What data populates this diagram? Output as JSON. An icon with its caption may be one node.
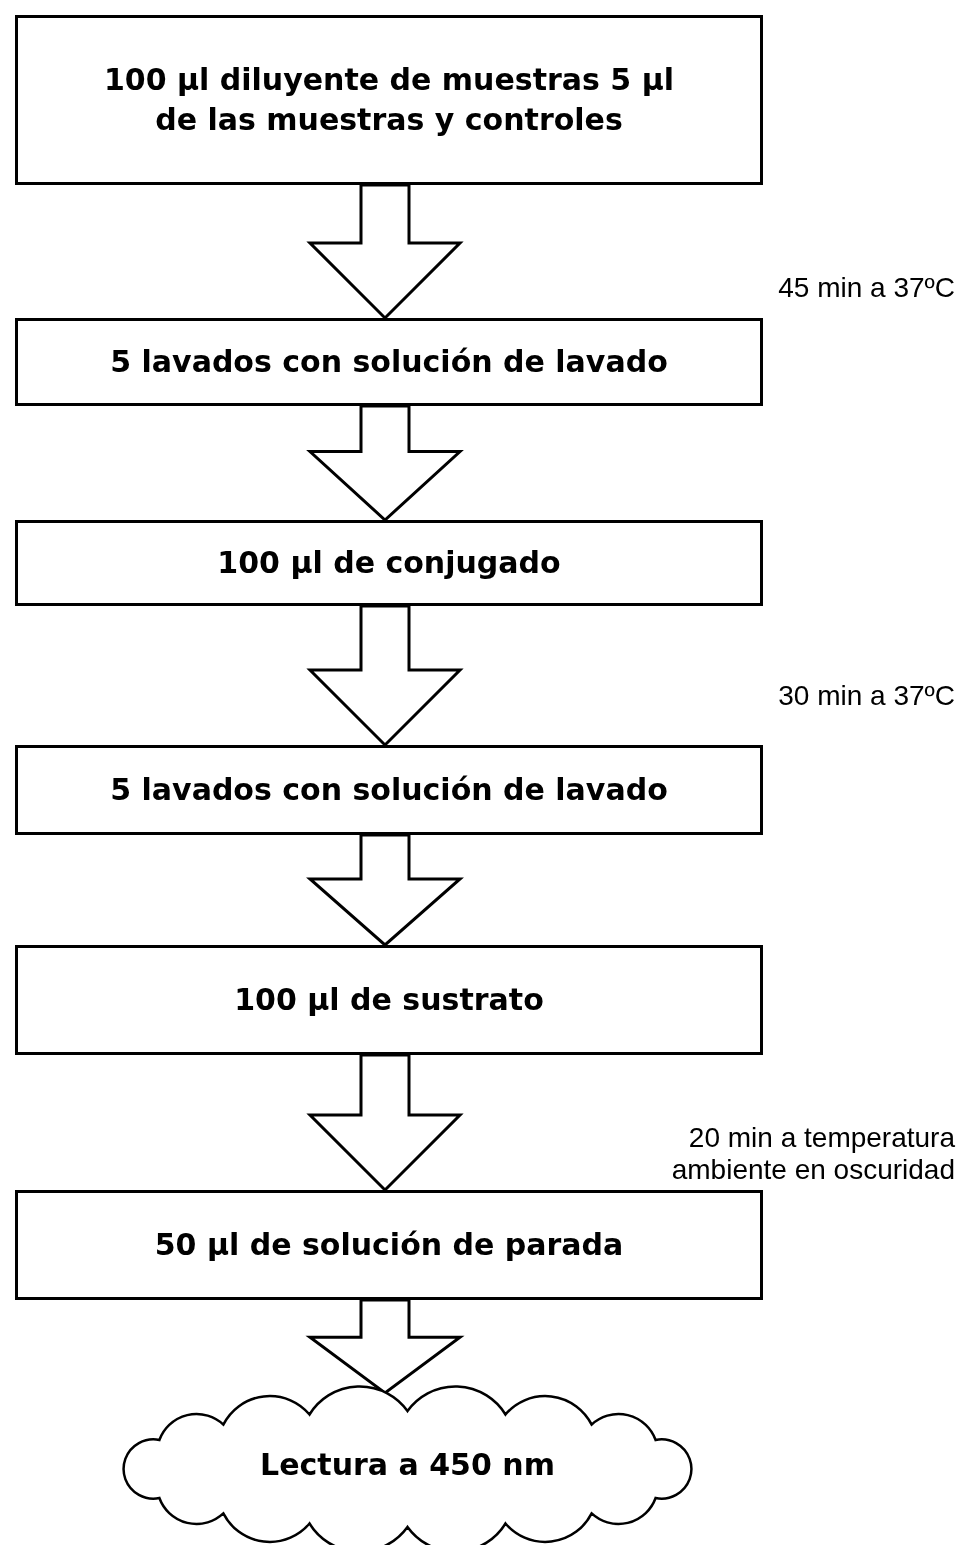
{
  "diagram": {
    "nodes": [
      {
        "text": [
          "100 µl diluyente de muestras 5 µl de las muestras y controles"
        ]
      },
      {
        "text": [
          "5 lavados con solución de lavado"
        ]
      },
      {
        "text": [
          "100 µl de conjugado"
        ]
      },
      {
        "text": [
          "5 lavados con solución de lavado"
        ]
      },
      {
        "text": [
          "100 µl de sustrato"
        ]
      },
      {
        "text": [
          "50 µl de solución de parada"
        ]
      },
      {
        "text": [
          "Lectura a 450 nm"
        ]
      }
    ],
    "edges": [
      {
        "from": 0,
        "to": 1,
        "arrow": "to"
      },
      {
        "from": 1,
        "to": 2,
        "arrow": "to"
      },
      {
        "from": 2,
        "to": 3,
        "arrow": "to"
      },
      {
        "from": 3,
        "to": 4,
        "arrow": "to"
      },
      {
        "from": 4,
        "to": 5,
        "arrow": "to"
      },
      {
        "from": 5,
        "to": 6,
        "arrow": "to"
      }
    ],
    "labels": [
      "45 min a 37ºC",
      "30 min a 37ºC",
      "20 min a temperatura ambiente en oscuridad"
    ]
  }
}
